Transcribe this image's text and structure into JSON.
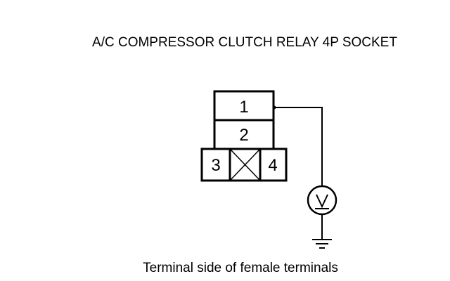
{
  "title": "A/C COMPRESSOR CLUTCH RELAY 4P SOCKET",
  "caption": "Terminal side of female terminals",
  "connector": {
    "terminals": [
      "1",
      "2",
      "3",
      "4"
    ],
    "blank_cavity": "X"
  },
  "meter": {
    "symbol": "V",
    "icon": "voltmeter-icon"
  },
  "ground": {
    "icon": "ground-icon"
  }
}
